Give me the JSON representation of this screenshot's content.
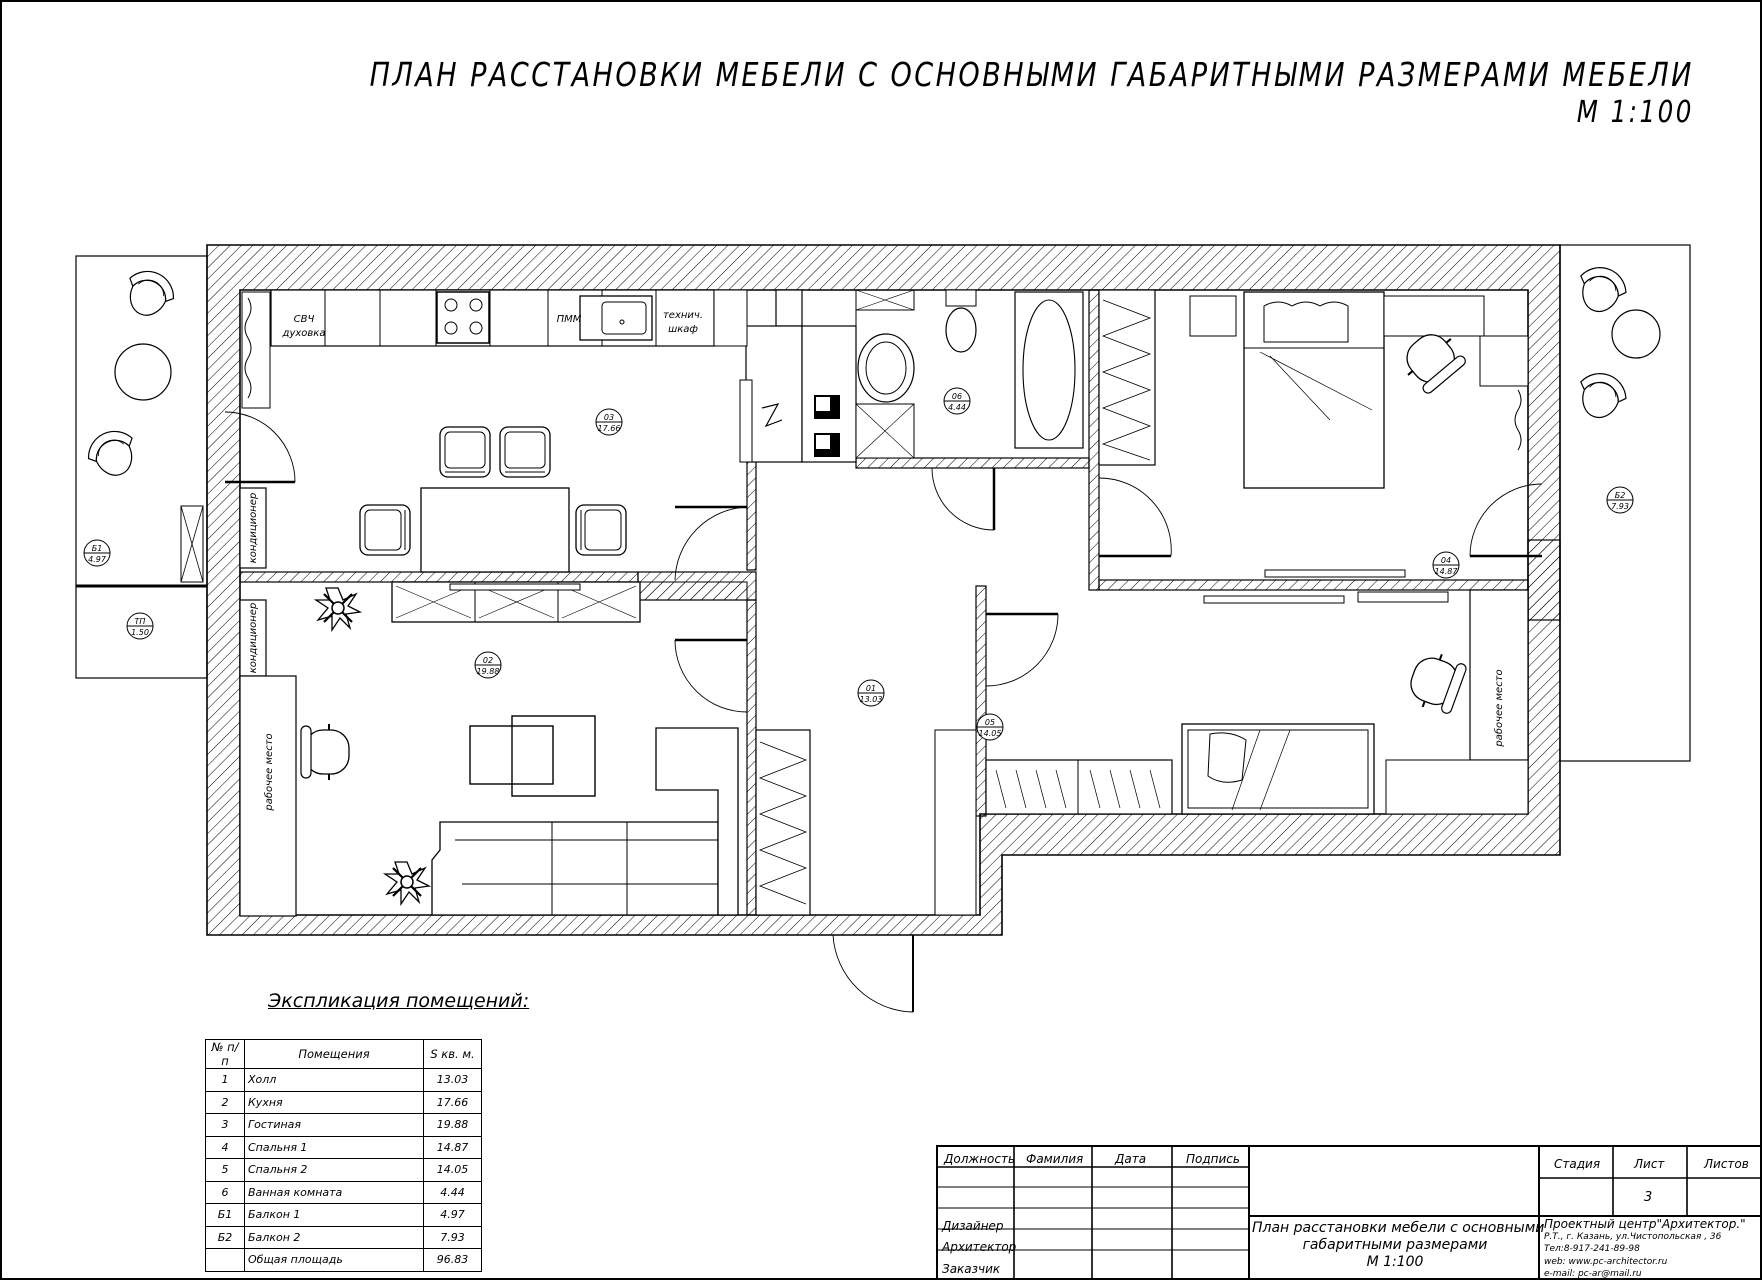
{
  "title": {
    "main": "ПЛАН РАССТАНОВКИ МЕБЕЛИ С ОСНОВНЫМИ ГАБАРИТНЫМИ РАЗМЕРАМИ МЕБЕЛИ",
    "scale": "М 1:100"
  },
  "plan": {
    "rooms": [
      {
        "number": "01",
        "area": "13.03"
      },
      {
        "number": "02",
        "area": "19.88"
      },
      {
        "number": "03",
        "area": "17.66"
      },
      {
        "number": "04",
        "area": "14.87"
      },
      {
        "number": "05",
        "area": "14.05"
      },
      {
        "number": "06",
        "area": "4.44"
      },
      {
        "number": "Б1",
        "area": "4.97"
      },
      {
        "number": "Б2",
        "area": "7.93"
      },
      {
        "number": "ТП",
        "area": "1.50"
      }
    ],
    "labels": {
      "microwave": "СВЧ",
      "oven": "духовка",
      "dishwasher": "ПММ",
      "tech_cabinet_1": "технич.",
      "tech_cabinet_2": "шкаф",
      "aircon_1": "кондиционер",
      "aircon_2": "кондиционер",
      "workplace_1": "рабочее место",
      "workplace_2": "рабочее место"
    }
  },
  "explication": {
    "title": "Экспликация помещений:",
    "headers": [
      "№ п/п",
      "Помещения",
      "S кв. м."
    ],
    "rows": [
      [
        "1",
        "Холл",
        "13.03"
      ],
      [
        "2",
        "Кухня",
        "17.66"
      ],
      [
        "3",
        "Гостиная",
        "19.88"
      ],
      [
        "4",
        "Спальня 1",
        "14.87"
      ],
      [
        "5",
        "Спальня 2",
        "14.05"
      ],
      [
        "6",
        "Ванная комната",
        "4.44"
      ],
      [
        "Б1",
        "Балкон 1",
        "4.97"
      ],
      [
        "Б2",
        "Балкон 2",
        "7.93"
      ],
      [
        "",
        "Общая площадь",
        "96.83"
      ]
    ]
  },
  "stamp": {
    "headers": [
      "Должность",
      "Фамилия",
      "Дата",
      "Подпись"
    ],
    "roles": [
      "Дизайнер",
      "Архитектор",
      "Заказчик"
    ],
    "sheet_title": [
      "План расстановки мебели с основными",
      "габаритными размерами",
      "М 1:100"
    ],
    "stage_label": "Стадия",
    "sheet_label": "Лист",
    "sheets_label": "Листов",
    "sheet_number": "3",
    "org": [
      "Проектный центр\"Архитектор.\"",
      "Р.Т., г. Казань, ул.Чистопольская , 36",
      "Тел:8-917-241-89-98",
      "web: www.pc-architector.ru",
      "e-mail: pc-ar@mail.ru"
    ]
  }
}
